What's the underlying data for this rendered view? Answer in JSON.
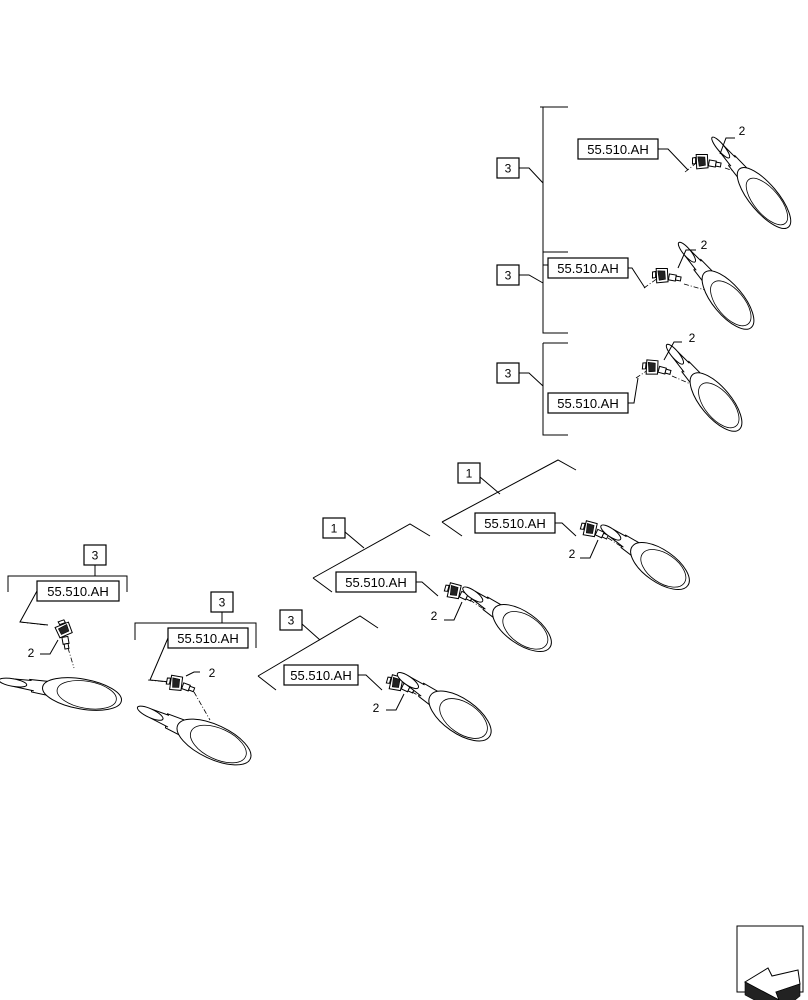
{
  "reference_code": "55.510.AH",
  "callouts": {
    "one": "1",
    "two": "2",
    "three": "3"
  },
  "icons": {
    "navigation": "next-page-arrow-icon",
    "lamp": "side-lamp-icon",
    "bulb": "bulb-socket-icon"
  },
  "colors": {
    "line": "#000000",
    "background": "#ffffff"
  }
}
